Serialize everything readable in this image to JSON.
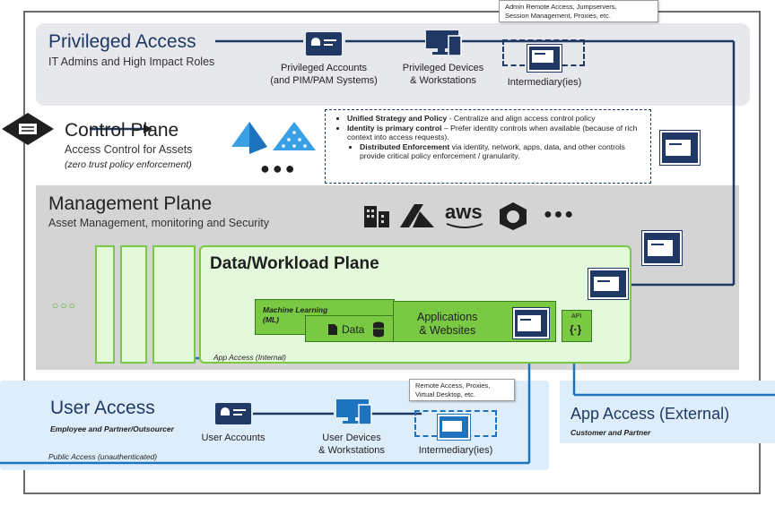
{
  "privileged": {
    "title": "Privileged Access",
    "subtitle": "IT Admins and High Impact Roles",
    "accounts_line1": "Privileged Accounts",
    "accounts_line2": "(and PIM/PAM Systems)",
    "devices_line1": "Privileged Devices",
    "devices_line2": "& Workstations",
    "intermediary": "Intermediary(ies)",
    "callout_line1": "Admin Remote Access, Jumpservers,",
    "callout_line2": "Session Management, Proxies, etc."
  },
  "control": {
    "title": "Control Plane",
    "subtitle": "Access Control for Assets",
    "note": "(zero trust policy enforcement)",
    "p1_bold": "Unified Strategy and Policy",
    "p1_rest": " - Centralize and align access control policy",
    "p2_bold": "Identity is primary control",
    "p2_rest": " – Prefer identity controls when available (because of rich context into access requests).",
    "p3_bold": "Distributed Enforcement",
    "p3_rest": " via identity, network, apps, data, and other controls provide critical policy enforcement / granularity."
  },
  "management": {
    "title": "Management Plane",
    "subtitle": "Asset Management, monitoring and Security",
    "aws": "aws"
  },
  "workload": {
    "title": "Data/Workload Plane",
    "ml_line1": "Machine Learning",
    "ml_line2": "(ML)",
    "data": "Data",
    "apps_line1": "Applications",
    "apps_line2": "& Websites",
    "api": "API",
    "app_access_internal": "App Access (Internal)"
  },
  "user": {
    "title": "User Access",
    "subtitle": "Employee and Partner/Outsourcer",
    "accounts": "User Accounts",
    "devices_line1": "User Devices",
    "devices_line2": "& Workstations",
    "intermediary": "Intermediary(ies)",
    "public": "Public Access (unauthenticated)",
    "callout_line1": "Remote Access, Proxies,",
    "callout_line2": "Virtual Desktop, etc."
  },
  "app_external": {
    "title": "App Access (External)",
    "subtitle": "Customer and Partner"
  },
  "colors": {
    "navy": "#1f3864",
    "green": "#7ac943",
    "blue_line": "#1e73be"
  }
}
